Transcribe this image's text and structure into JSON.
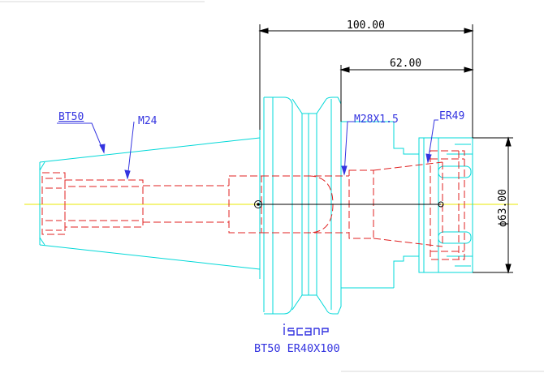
{
  "dimensions": {
    "total_length": "100.00",
    "collet_length": "62.00",
    "diameter": "ϕ63.00"
  },
  "callouts": {
    "taper": "BT50",
    "drawbar_thread": "M24",
    "nut_thread": "M28X1.5",
    "collet": "ER49"
  },
  "part_number": "BT50 ER40X100",
  "brand_logo": "iscar",
  "colors": {
    "outline": "#00d8d8",
    "hidden": "#e02020",
    "center": "#e8e800",
    "annotation": "#3434e0",
    "dimension": "#000000"
  }
}
